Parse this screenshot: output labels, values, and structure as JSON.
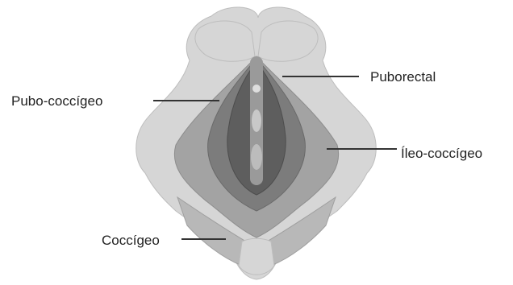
{
  "labels": {
    "puborectal": "Puborectal",
    "pubo_coccigeo": "Pubo-coccígeo",
    "ileo_coccigeo": "Íleo-coccígeo",
    "coccigeo": "Coccígeo"
  },
  "colors": {
    "bone": "#d6d6d6",
    "ileo_muscle": "#a3a3a3",
    "pubo_muscle": "#7c7c7c",
    "puborectal_muscle": "#5e5e5e",
    "coccigeo_muscle": "#b8b8b8",
    "leader_line": "#333333"
  }
}
